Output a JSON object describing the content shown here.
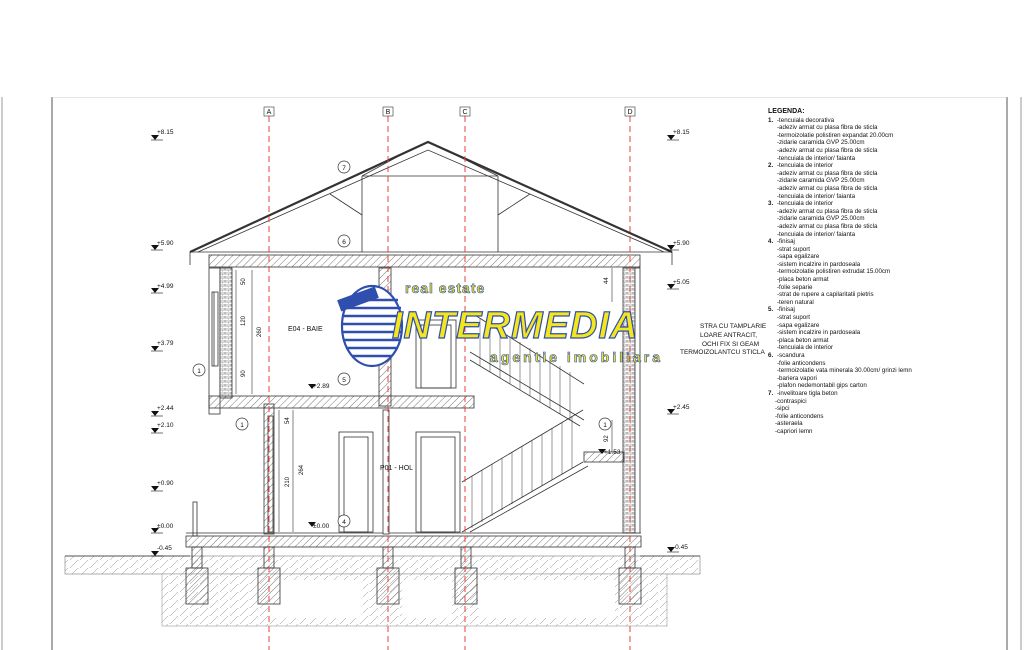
{
  "drawing": {
    "grid_axes": [
      "A",
      "B",
      "C",
      "D"
    ],
    "levels_left": [
      "+8.15",
      "+5.90",
      "+4.99",
      "+3.79",
      "+2.44",
      "+2.10",
      "+0.90",
      "±0.00",
      "-0.45"
    ],
    "levels_right": [
      "+8.15",
      "+5.90",
      "+5.05",
      "+2.45",
      "-0.45"
    ],
    "inner_levels": [
      "+2.89",
      "±0.00",
      "+1.53"
    ],
    "rooms": [
      "E04 - BAIE",
      "P01 - HOL"
    ],
    "callouts": [
      "7",
      "6",
      "1",
      "5",
      "1",
      "4",
      "1"
    ],
    "dimensions": [
      "50",
      "120",
      "260",
      "90",
      "54",
      "264",
      "210",
      "44",
      "92"
    ],
    "window_note": [
      "STRA CU TAMPLARIE",
      "LOARE ANTRACIT,",
      "OCHI FIX SI GEAM",
      "TERMOIZOLANTCU STICLA"
    ],
    "colors": {
      "axis": "#e8413c",
      "line": "#333333",
      "hatch": "#555555",
      "watermark": "#f5e61b",
      "watermark_blue": "#2e4fae"
    }
  },
  "watermark": {
    "top": "real estate",
    "main": "INTERMEDIA",
    "bottom": "agentie imobiliara"
  },
  "legend": {
    "title": "LEGENDA:",
    "groups": [
      {
        "num": "1.",
        "head": "-tencuiala decorativa",
        "items": [
          "-adeziv armat cu plasa fibra de sticla",
          "-termoizolatie polistiren expandat 20.00cm",
          "-zidarie caramida GVP 25.00cm",
          "-adeziv armat cu plasa fibra de sticla",
          "-tencuiala de interior/ faianta"
        ]
      },
      {
        "num": "2.",
        "head": "-tencuiala de interior",
        "items": [
          "-adeziv armat cu plasa fibra de sticla",
          "-zidarie caramida GVP 25.00cm",
          "-adeziv armat cu plasa fibra de sticla",
          "-tencuiala de interior/ faianta"
        ]
      },
      {
        "num": "3.",
        "head": "-tencuiala de interior",
        "items": [
          "-adeziv armat cu plasa fibra de sticla",
          "-zidarie caramida GVP 25.00cm",
          "-adeziv armat cu plasa fibra de sticla",
          "-tencuiala de interior/ faianta"
        ]
      },
      {
        "num": "4.",
        "head": "-finisaj",
        "items": [
          "-strat suport",
          "-sapa egalizare",
          "-sistem incalzire in pardoseala",
          "-termoizolatie polistiren extrudat 15.00cm",
          "-placa beton armat",
          "-folie separie",
          "-strat de rupere a capilaritatii pietris",
          "-teren natural"
        ]
      },
      {
        "num": "5.",
        "head": "-finisaj",
        "items": [
          "-strat suport",
          "-sapa egalizare",
          "-sistem incalzire in pardoseala",
          "-placa beton armat",
          "-tencuiala de interior"
        ]
      },
      {
        "num": "6.",
        "head": "-scandura",
        "items": [
          "-folie anticondens",
          "-termoizolatie vata minerala 30.00cm/ grinzi lemn",
          "-bariera vapori",
          "-plafon nedemontabil gips carton"
        ]
      },
      {
        "num": "7.",
        "head": "-invelitoare tigla beton",
        "items": [
          "-contraspici",
          "-sipci",
          "-folie anticondens",
          "-asteraela",
          "-capriori lemn"
        ]
      }
    ]
  }
}
